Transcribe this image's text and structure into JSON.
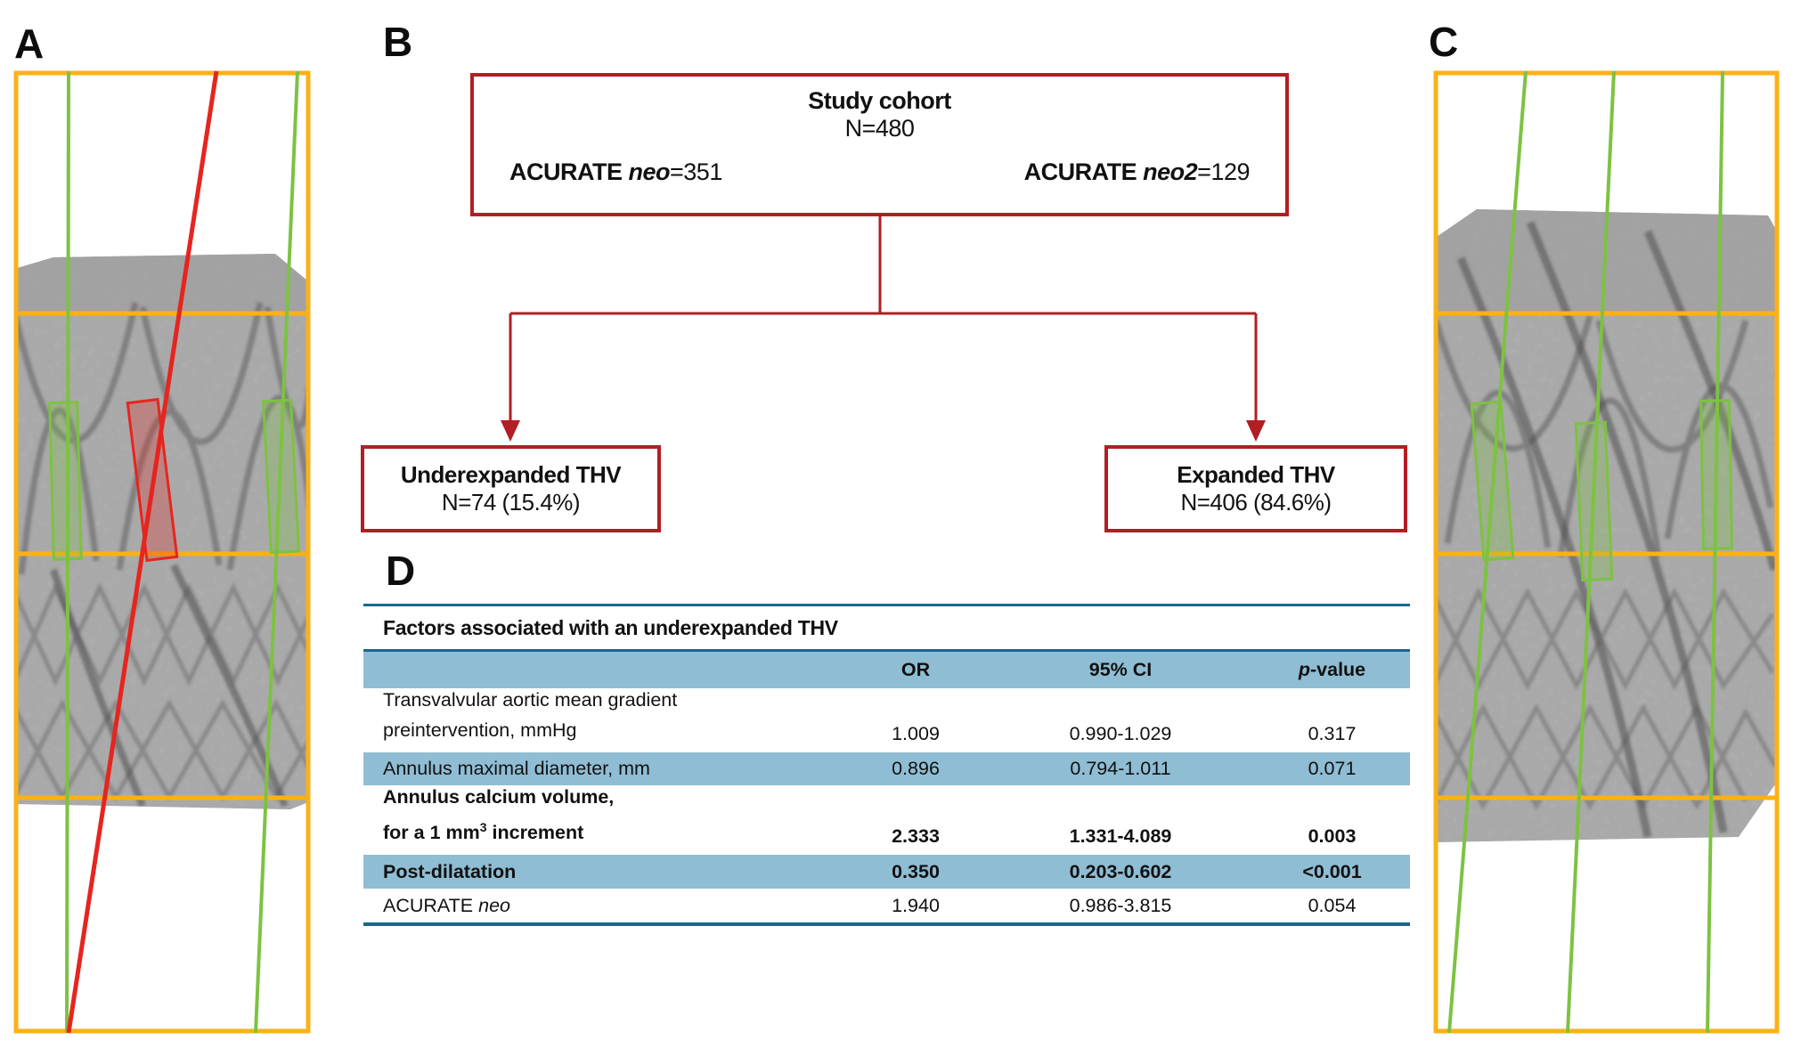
{
  "colors": {
    "frame_yellow": "#FBB116",
    "marker_green": "#7DC242",
    "line_red": "#E6251F",
    "diagram_red": "#B21E23",
    "header_blue": "#8FBDD4",
    "rule_teal": "#17688F",
    "angiogram_gray": "#B5B5B5"
  },
  "panel_a": {
    "label": "A"
  },
  "panel_c": {
    "label": "C"
  },
  "flowchart": {
    "label": "B",
    "root_box": {
      "title": "Study cohort",
      "count": "N=480",
      "left_arm_prefix": "ACURATE ",
      "left_arm_device": "neo",
      "left_arm_count": "=351",
      "right_arm_prefix": "ACURATE ",
      "right_arm_device": "neo2",
      "right_arm_count": "=129"
    },
    "underexpanded_box": {
      "title": "Underexpanded THV",
      "count": "N=74 (15.4%)"
    },
    "expanded_box": {
      "title": "Expanded THV",
      "count": "N=406 (84.6%)"
    }
  },
  "table": {
    "label": "D",
    "title": "Factors associated with an underexpanded THV",
    "columns": {
      "or": "OR",
      "ci": "95% CI",
      "p_italic": "p",
      "p_rest": "-value"
    },
    "rows": [
      {
        "label_line1": "Transvalvular aortic mean gradient",
        "label_line2": "preintervention, mmHg",
        "or": "1.009",
        "ci": "0.990-1.029",
        "p": "0.317"
      },
      {
        "label_line1": "Annulus maximal diameter, mm",
        "or": "0.896",
        "ci": "0.794-1.011",
        "p": "0.071"
      },
      {
        "label_line1": "Annulus calcium volume,",
        "label_line2_pre": "for a 1 mm",
        "label_line2_sup": "3",
        "label_line2_post": " increment",
        "or": "2.333",
        "ci": "1.331-4.089",
        "p": "0.003"
      },
      {
        "label_line1": "Post-dilatation",
        "or": "0.350",
        "ci": "0.203-0.602",
        "p": "<0.001"
      },
      {
        "label_prefix": "ACURATE ",
        "label_italic": "neo",
        "or": "1.940",
        "ci": "0.986-3.815",
        "p": "0.054"
      }
    ]
  }
}
